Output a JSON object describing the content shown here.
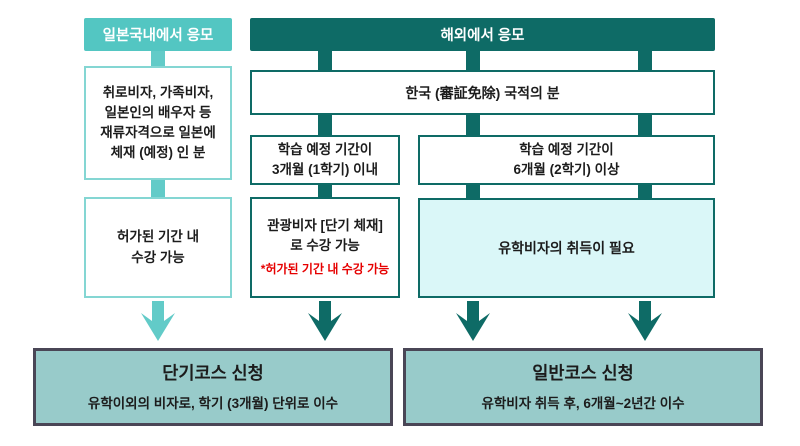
{
  "palette": {
    "light_teal": "#53c6c2",
    "light_teal_arrow": "#62cbc8",
    "light_teal_border": "#84d6d3",
    "dark_teal": "#0e6b66",
    "light_cyan_bg": "#daf7f8",
    "bottom_bg": "#98cbca",
    "bottom_border": "#4a4656",
    "note_red": "#e60000",
    "text": "#1c1c1c"
  },
  "japan_column": {
    "header": "일본국내에서 응모",
    "status_box": "취로비자, 가족비자,\n일본인의 배우자 등\n재류자격으로 일본에\n체재 (예정) 인 분",
    "result_box": "허가된 기간 내\n수강 가능"
  },
  "overseas_column": {
    "header": "해외에서 응모",
    "nationality_box": "한국 (審証免除) 국적의 분",
    "short_branch": {
      "period_box": "학습 예정 기간이\n3개월 (1학기) 이내",
      "visa_box": "관광비자 [단기 체재]\n로 수강 가능",
      "visa_note": "*허가된 기간 내 수강 가능"
    },
    "long_branch": {
      "period_box": "학습 예정 기간이\n6개월 (2학기) 이상",
      "visa_box": "유학비자의 취득이 필요"
    }
  },
  "outcomes": {
    "short_course": {
      "title": "단기코스 신청",
      "subtitle": "유학이외의 비자로, 학기 (3개월) 단위로 이수"
    },
    "general_course": {
      "title": "일반코스 신청",
      "subtitle": "유학비자 취득 후, 6개월~2년간 이수"
    }
  }
}
